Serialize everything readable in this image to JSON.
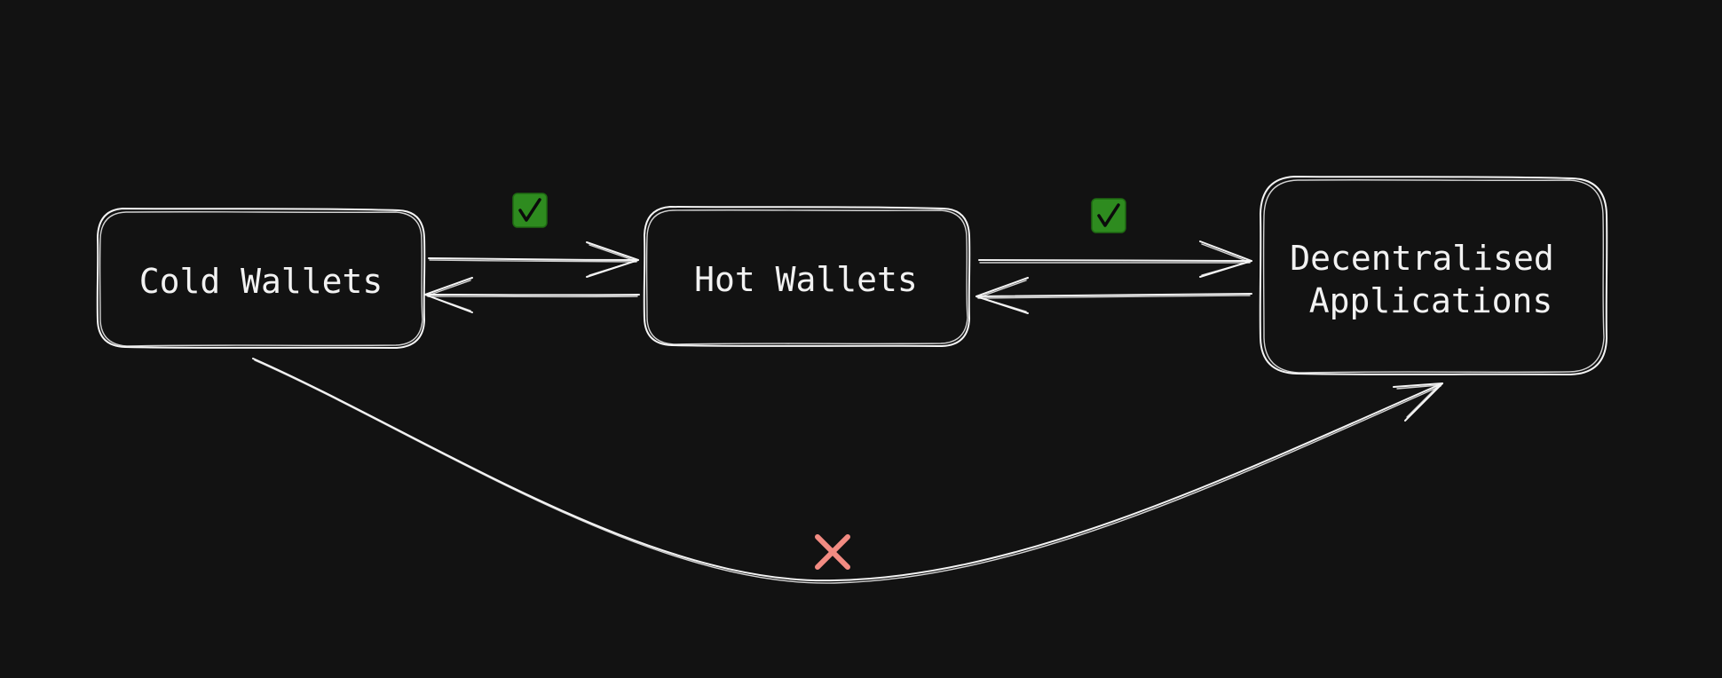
{
  "diagram": {
    "nodes": [
      {
        "id": "cold",
        "label": "Cold Wallets"
      },
      {
        "id": "hot",
        "label": "Hot Wallets"
      },
      {
        "id": "dapps",
        "label_lines": [
          "Decentralised",
          "Applications"
        ]
      }
    ],
    "edges": [
      {
        "from": "cold",
        "to": "hot",
        "bidirectional": true,
        "status": "allowed",
        "marker_icon": "check-box-icon"
      },
      {
        "from": "hot",
        "to": "dapps",
        "bidirectional": true,
        "status": "allowed",
        "marker_icon": "check-box-icon"
      },
      {
        "from": "cold",
        "to": "dapps",
        "bidirectional": false,
        "status": "blocked",
        "marker_icon": "cross-icon"
      }
    ]
  },
  "colors": {
    "background": "#121212",
    "stroke": "#f4f4f4",
    "allowed": "#2e8b1f",
    "blocked": "#f28b82"
  }
}
